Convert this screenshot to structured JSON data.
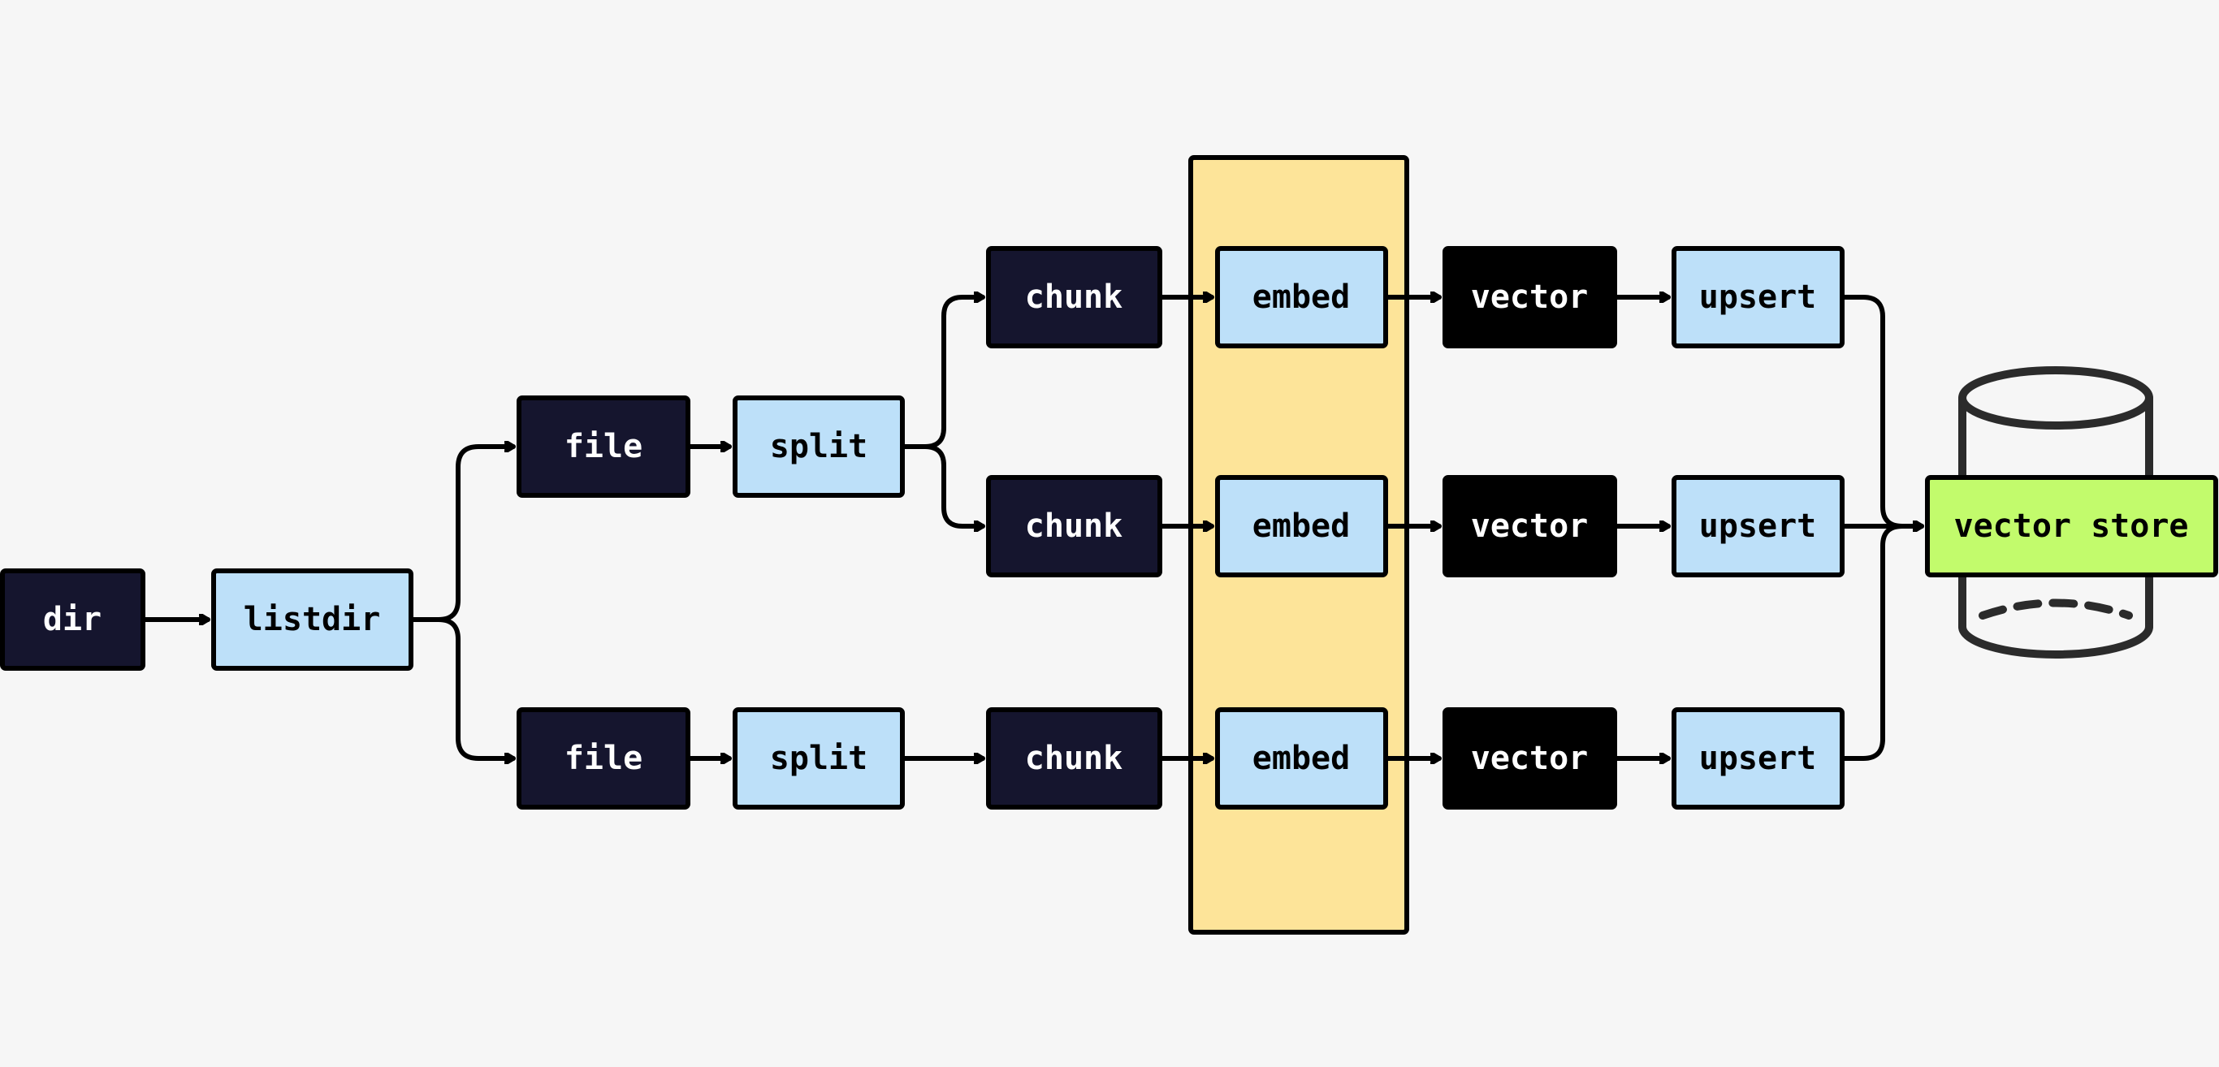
{
  "colors": {
    "background": "#f6f6f6",
    "dark_box": "#15152e",
    "black_box": "#000000",
    "light_box": "#bde0f9",
    "highlight_band": "#fde499",
    "store_box": "#c2fb6c",
    "stroke": "#000000"
  },
  "nodes": {
    "dir": "dir",
    "listdir": "listdir",
    "file_top": "file",
    "file_bottom": "file",
    "split_top": "split",
    "split_bottom": "split",
    "chunk_1": "chunk",
    "chunk_2": "chunk",
    "chunk_3": "chunk",
    "embed_1": "embed",
    "embed_2": "embed",
    "embed_3": "embed",
    "vector_1": "vector",
    "vector_2": "vector",
    "vector_3": "vector",
    "upsert_1": "upsert",
    "upsert_2": "upsert",
    "upsert_3": "upsert",
    "vector_store": "vector store"
  },
  "icons": {
    "database": "database-cylinder-icon"
  }
}
